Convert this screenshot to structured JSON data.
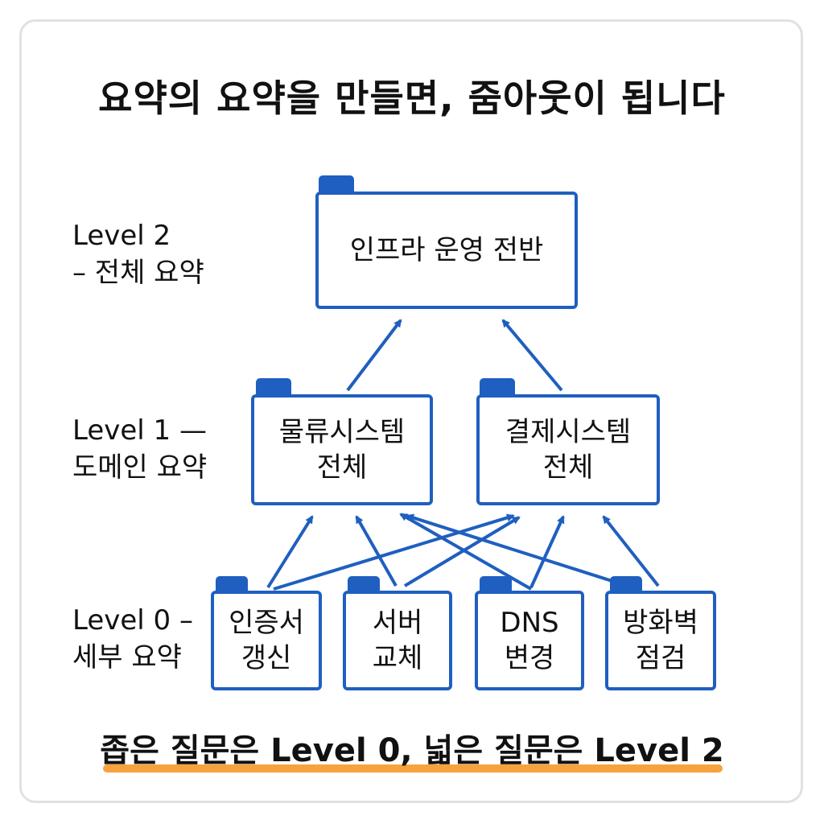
{
  "title": "요약의 요약을 만들면, 줌아웃이 됩니다",
  "levels": {
    "level2": {
      "line1": "Level 2",
      "line2": "– 전체 요약"
    },
    "level1": {
      "line1": "Level 1 —",
      "line2": "도메인 요약"
    },
    "level0": {
      "line1": "Level 0 –",
      "line2": "세부 요약"
    }
  },
  "nodes": {
    "top": {
      "line1": "인프라 운영 전반"
    },
    "logistics": {
      "line1": "물류시스템",
      "line2": "전체"
    },
    "payment": {
      "line1": "결제시스템",
      "line2": "전체"
    },
    "cert": {
      "line1": "인증서",
      "line2": "갱신"
    },
    "server": {
      "line1": "서버",
      "line2": "교체"
    },
    "dns": {
      "line1": "DNS",
      "line2": "변경"
    },
    "firewall": {
      "line1": "방화벽",
      "line2": "점검"
    }
  },
  "footer": "좁은 질문은 Level 0, 넓은 질문은 Level 2",
  "colors": {
    "box_border": "#1f5fbf",
    "arrow": "#1f5fbf",
    "underline": "#f7a23c",
    "frame": "#e1e1e1"
  }
}
